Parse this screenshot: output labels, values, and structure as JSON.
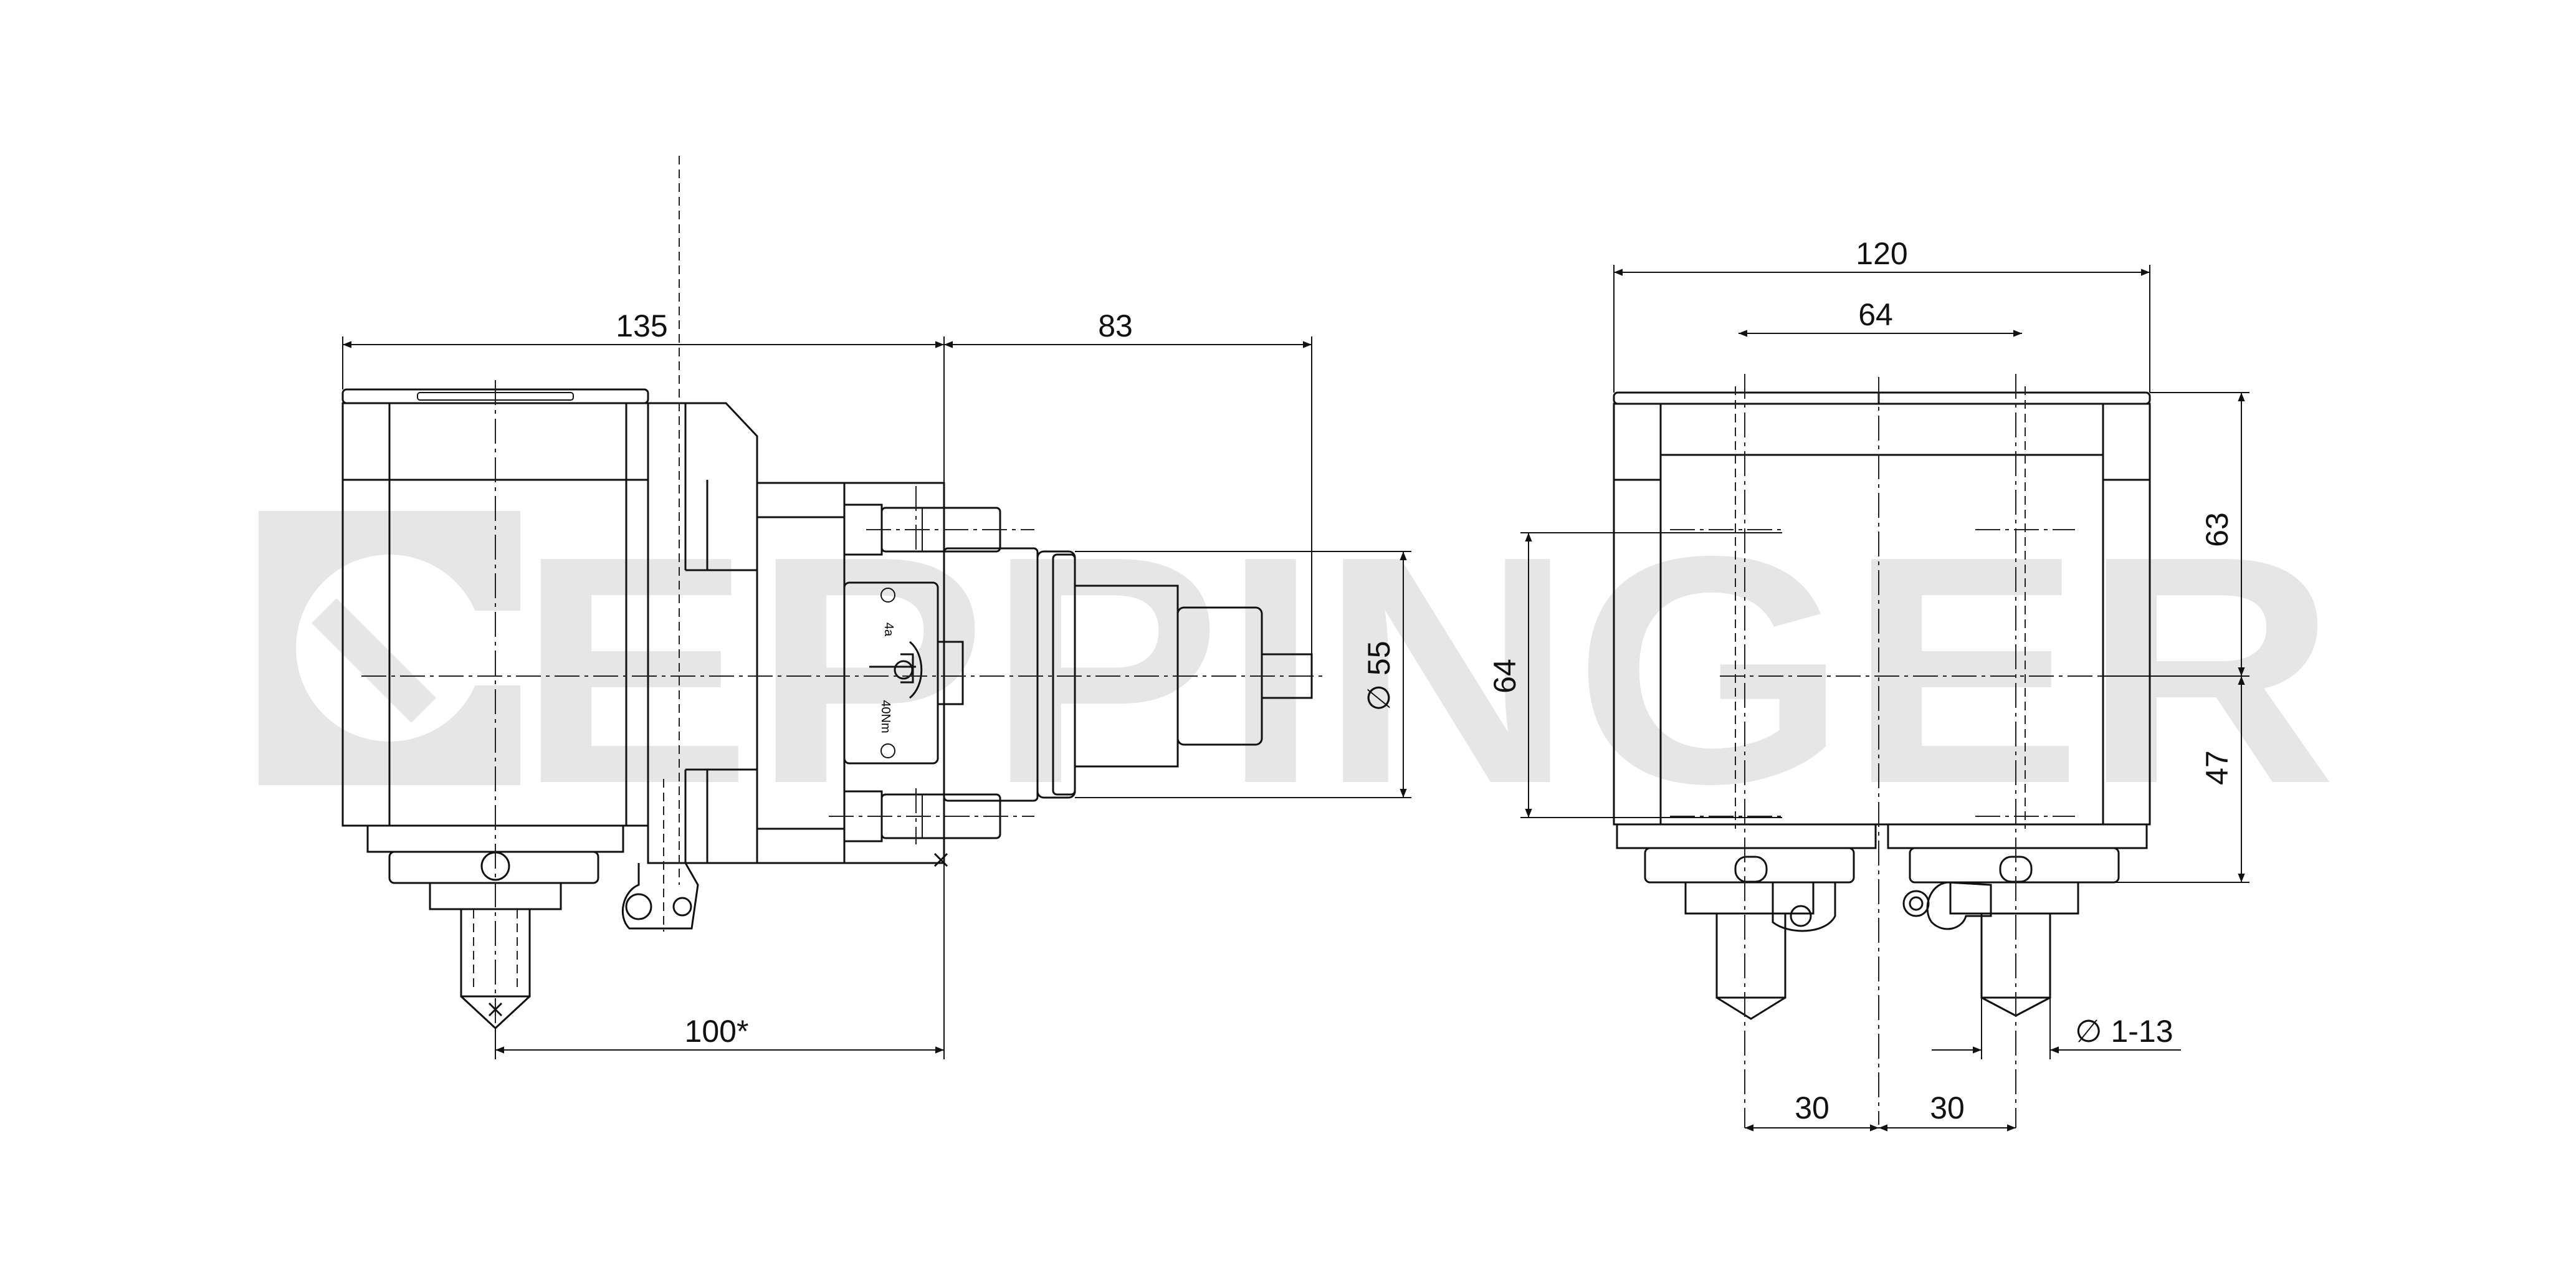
{
  "watermark": {
    "text": "EPPINGER",
    "color": "#e6e6e6"
  },
  "dimensions": {
    "left_width": "135",
    "left_offset": "83",
    "left_bottom": "100*",
    "flange_diameter": "∅ 55",
    "right_width": "120",
    "right_spacing": "64",
    "right_height": "64",
    "upper_height": "63",
    "lower_height": "47",
    "pitch_left": "30",
    "pitch_right": "30",
    "collet": "∅ 1-13"
  },
  "label_text": {
    "label_top": "4a",
    "label_bottom": "40Nm"
  },
  "colors": {
    "line": "#111111",
    "background": "#ffffff"
  }
}
